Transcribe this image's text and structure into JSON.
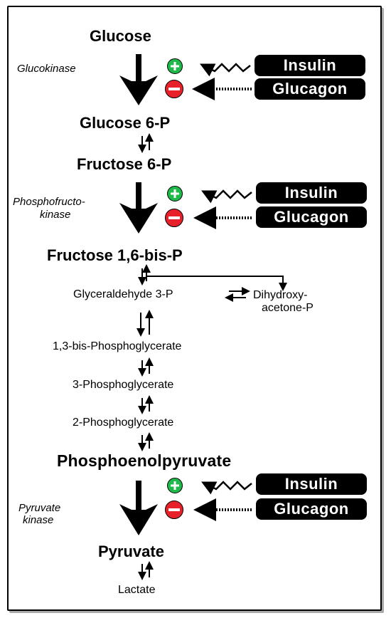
{
  "metabolites": {
    "glucose": "Glucose",
    "glucose_6p": "Glucose 6-P",
    "fructose_6p": "Fructose 6-P",
    "fructose_16bisp": "Fructose 1,6-bis-P",
    "glyceraldehyde_3p": "Glyceraldehyde 3-P",
    "dihydroxyacetone_p_line1": "Dihydroxy-",
    "dihydroxyacetone_p_line2": "acetone-P",
    "bisphosphoglycerate_13": "1,3-bis-Phosphoglycerate",
    "phosphoglycerate_3": "3-Phosphoglycerate",
    "phosphoglycerate_2": "2-Phosphoglycerate",
    "phosphoenolpyruvate": "Phosphoenolpyruvate",
    "pyruvate": "Pyruvate",
    "lactate": "Lactate"
  },
  "enzymes": {
    "glucokinase": "Glucokinase",
    "pfk_line1": "Phosphofructo-",
    "pfk_line2": "kinase",
    "pk_line1": "Pyruvate",
    "pk_line2": "kinase"
  },
  "regulators": [
    {
      "insulin": "Insulin",
      "glucagon": "Glucagon"
    },
    {
      "insulin": "Insulin",
      "glucagon": "Glucagon"
    },
    {
      "insulin": "Insulin",
      "glucagon": "Glucagon"
    }
  ],
  "colors": {
    "activator": "#1fb84a",
    "inhibitor": "#e8202a",
    "hormone_box": "#000000"
  },
  "icons": {
    "activate": "plus-sign-icon",
    "inhibit": "minus-sign-icon"
  }
}
